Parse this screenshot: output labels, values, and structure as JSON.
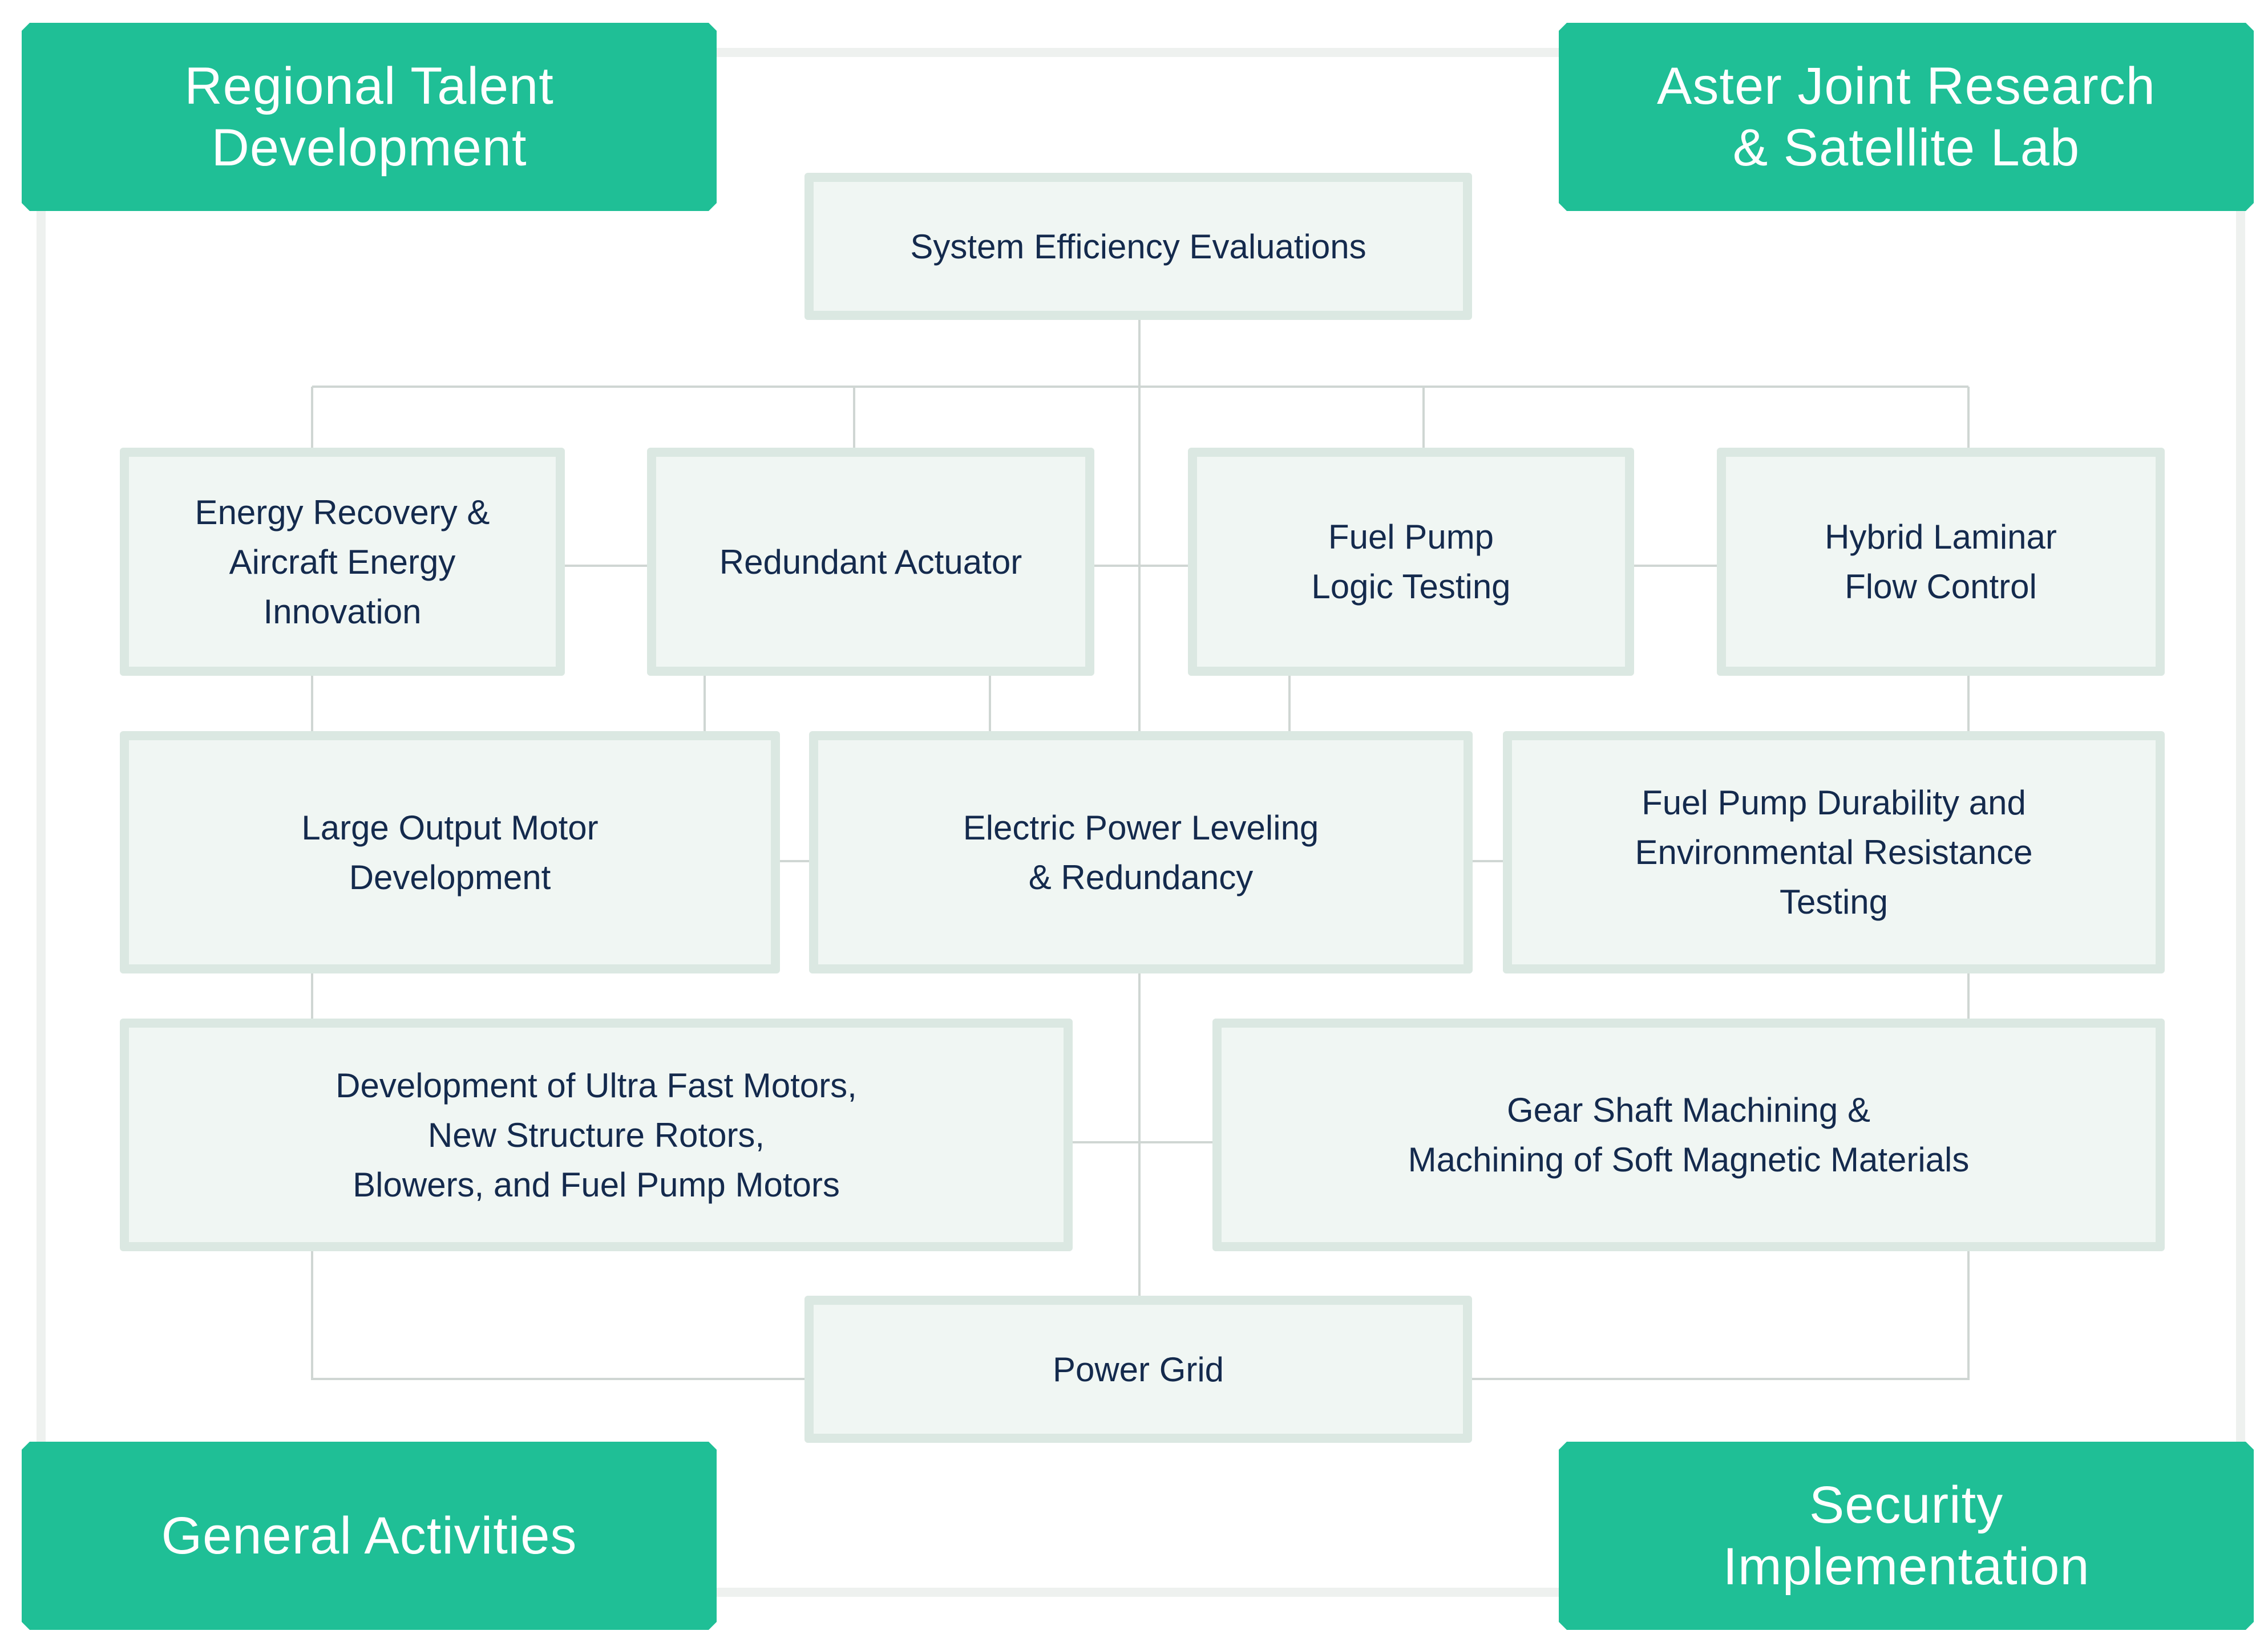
{
  "colors": {
    "corner_fill": "#1fbf96",
    "corner_text": "#ffffff",
    "node_fill": "#f0f6f3",
    "node_border": "#dbe8e2",
    "node_text": "#142a4d",
    "connector": "#cfd6d3",
    "frame": "#eef1ef"
  },
  "corners": {
    "top_left": "Regional Talent\nDevelopment",
    "top_right": "Aster Joint Research\n& Satellite Lab",
    "bottom_left": "General Activities",
    "bottom_right": "Security\nImplementation"
  },
  "nodes": {
    "system_efficiency": "System Efficiency Evaluations",
    "energy_recovery": "Energy Recovery &\nAircraft Energy\nInnovation",
    "redundant_actuator": "Redundant Actuator",
    "fuel_pump_logic": "Fuel Pump\nLogic Testing",
    "hybrid_laminar": "Hybrid Laminar\nFlow Control",
    "large_output_motor": "Large Output Motor\nDevelopment",
    "electric_power_leveling": "Electric Power Leveling\n& Redundancy",
    "fuel_pump_durability": "Fuel Pump Durability and\nEnvironmental Resistance\nTesting",
    "ultra_fast_motors": "Development of Ultra Fast Motors,\nNew Structure Rotors,\nBlowers, and Fuel Pump Motors",
    "gear_shaft": "Gear Shaft Machining &\nMachining of Soft Magnetic Materials",
    "power_grid": "Power Grid"
  }
}
